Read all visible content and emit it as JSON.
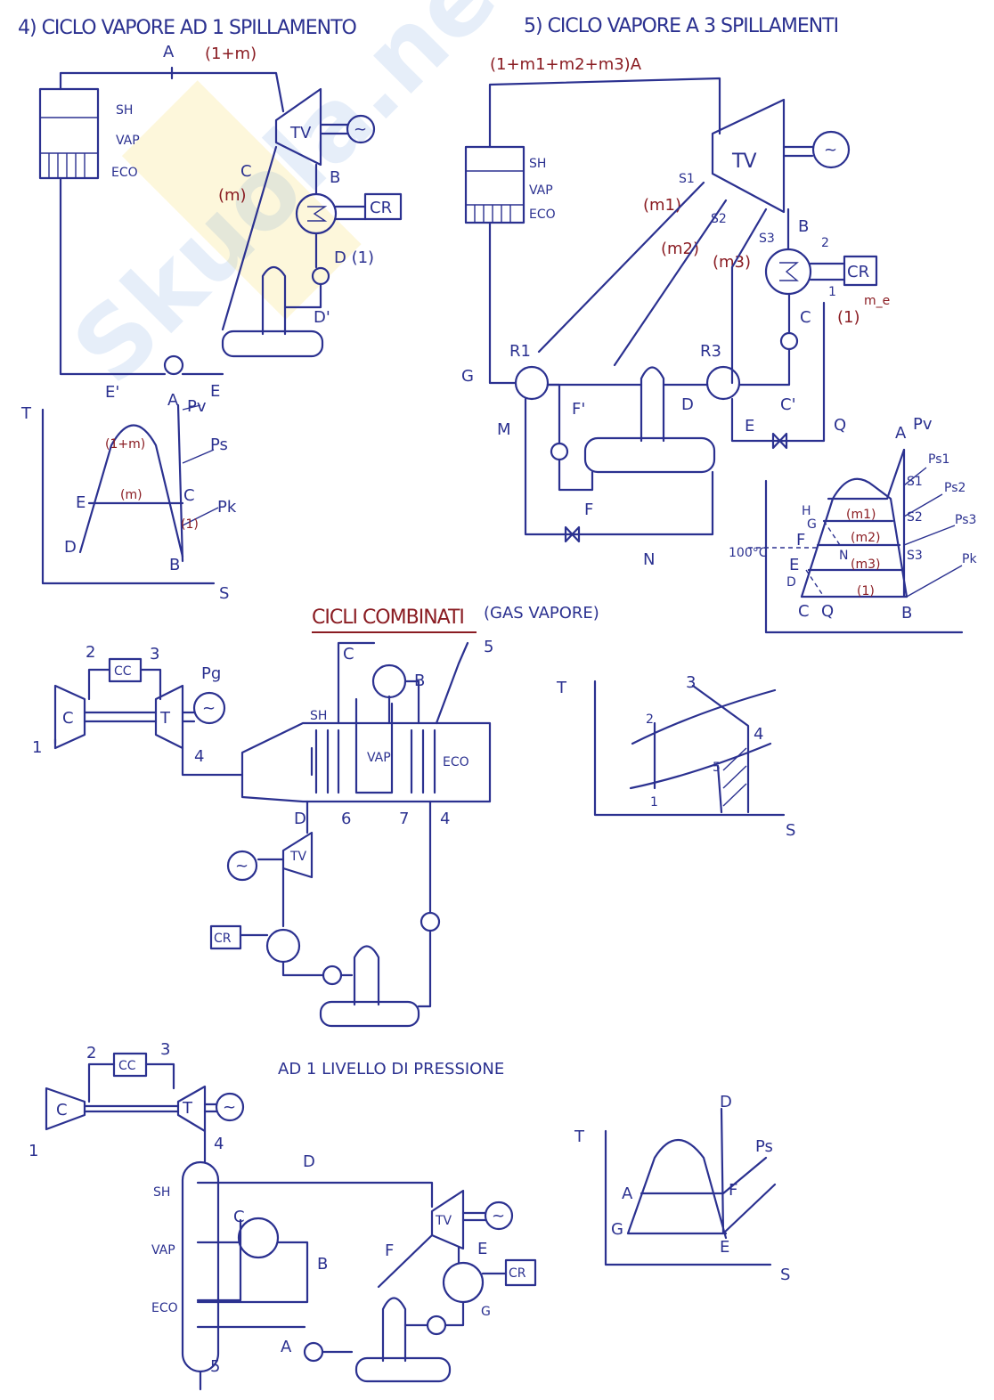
{
  "colors": {
    "ink": "#2b3190",
    "red_ink": "#8a1c22",
    "watermark": "#3a7ecf"
  },
  "watermark": "Skuola.net",
  "s4": {
    "title": "4) CICLO VAPORE AD 1 SPILLAMENTO",
    "A": "A",
    "flow_total": "(1+m)",
    "sh": "SH",
    "vap": "VAP",
    "eco": "ECO",
    "tv": "TV",
    "B": "B",
    "C": "C",
    "m": "(m)",
    "cr": "CR",
    "D": "D (1)",
    "Dp": "D'",
    "E": "E",
    "Ep": "E'",
    "ts": {
      "T": "T",
      "S": "S",
      "A": "A",
      "Pv": "Pv",
      "Ps": "Ps",
      "Pk": "Pk",
      "m_total": "(1+m)",
      "m": "(m)",
      "one": "(1)",
      "E": "E",
      "C": "C",
      "D": "D",
      "B": "B"
    }
  },
  "s5": {
    "title": "5) CICLO VAPORE A 3 SPILLAMENTI",
    "flow_total": "(1+m1+m2+m3)A",
    "sh": "SH",
    "vap": "VAP",
    "eco": "ECO",
    "tv": "TV",
    "S1": "S1",
    "S2": "S2",
    "S3": "S3",
    "B": "B",
    "m1": "(m1)",
    "m2": "(m2)",
    "m3": "(m3)",
    "cr": "CR",
    "two": "2",
    "one_in": "1",
    "me": "m_e",
    "one": "(1)",
    "C": "C",
    "R1": "R1",
    "R3": "R3",
    "G": "G",
    "M": "M",
    "Fp": "F'",
    "D": "D",
    "Cp": "C'",
    "E": "E",
    "Q": "Q",
    "F": "F",
    "N": "N",
    "ts": {
      "A": "A",
      "Pv": "Pv",
      "Ps1": "Ps1",
      "Ps2": "Ps2",
      "Ps3": "Ps3",
      "Pk": "Pk",
      "temp": "100°C",
      "H": "H",
      "G": "G",
      "F": "F",
      "N": "N",
      "E": "E",
      "D": "D",
      "C": "C",
      "Q": "Q",
      "B": "B",
      "m1": "(m1)",
      "m2": "(m2)",
      "m3": "(m3)",
      "one": "(1)",
      "s1": "S1",
      "s2": "S2",
      "s3": "S3"
    }
  },
  "cc": {
    "title": "CICLI COMBINATI",
    "subtitle": "(GAS VAPORE)",
    "five": "5",
    "n1": "1",
    "n2": "2",
    "n3": "3",
    "n4": "4",
    "cc": "CC",
    "c": "C",
    "t": "T",
    "pg": "Pg",
    "C": "C",
    "B": "B",
    "sh": "SH",
    "vap": "VAP",
    "eco": "ECO",
    "D": "D",
    "n6": "6",
    "n7": "7",
    "n4b": "4",
    "tv": "TV",
    "cr": "CR",
    "ts": {
      "T": "T",
      "S": "S",
      "p1": "1",
      "p2": "2",
      "p3": "3",
      "p4": "4",
      "p5": "5"
    }
  },
  "lp": {
    "title": "AD 1 LIVELLO DI PRESSIONE",
    "n1": "1",
    "n2": "2",
    "n3": "3",
    "n4": "4",
    "cc": "CC",
    "c": "C",
    "t": "T",
    "sh": "SH",
    "vap": "VAP",
    "eco": "ECO",
    "five": "5",
    "C": "C",
    "B": "B",
    "D": "D",
    "A": "A",
    "tv": "TV",
    "E": "E",
    "F": "F",
    "cr": "CR",
    "G": "G",
    "ts": {
      "T": "T",
      "S": "S",
      "D": "D",
      "Ps": "Ps",
      "A": "A",
      "F": "F",
      "G": "G",
      "E": "E"
    }
  }
}
